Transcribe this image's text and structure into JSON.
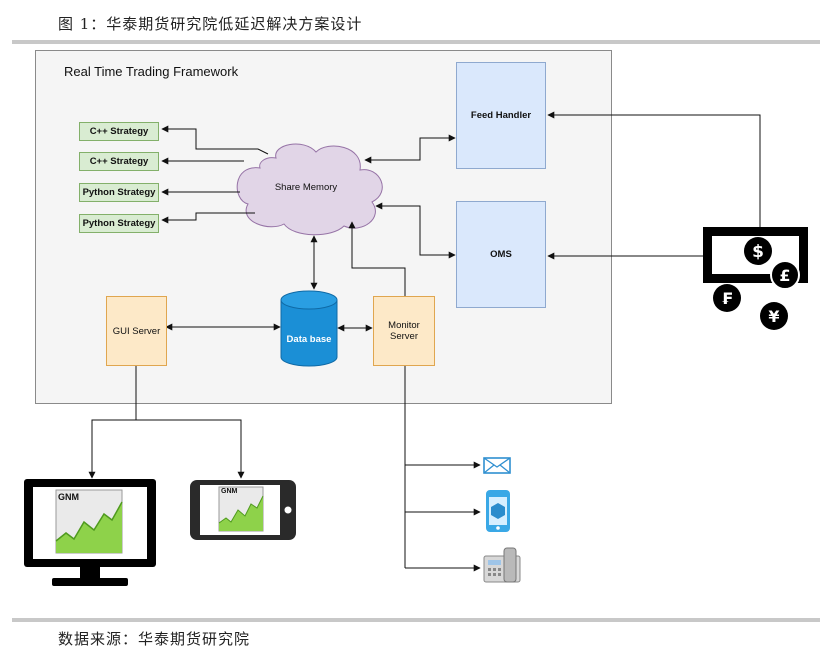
{
  "caption_top": "图 1：华泰期货研究院低延迟解决方案设计",
  "caption_bottom": "数据来源：华泰期货研究院",
  "frame_title": "Real Time Trading Framework",
  "strategies": [
    "C++ Strategy",
    "C++ Strategy",
    "Python Strategy",
    "Python Strategy"
  ],
  "share_memory": "Share Memory",
  "feed_handler": "Feed Handler",
  "oms": "OMS",
  "gui_server": "GUI Server",
  "database": "Data base",
  "monitor_server": "Monitor\nServer",
  "chart_label": "GNM",
  "icons": [
    "money-icon",
    "dollar-icon",
    "pound-icon",
    "franc-icon",
    "yen-icon",
    "monitor-icon",
    "tablet-icon",
    "mail-icon",
    "phone-icon",
    "telephone-icon"
  ],
  "colors": {
    "strategy": "#d9ecd2",
    "blue_box": "#dae8fc",
    "orange_box": "#fde9c8",
    "cloud": "#e1d5e7",
    "database": "#1b8fd6"
  }
}
